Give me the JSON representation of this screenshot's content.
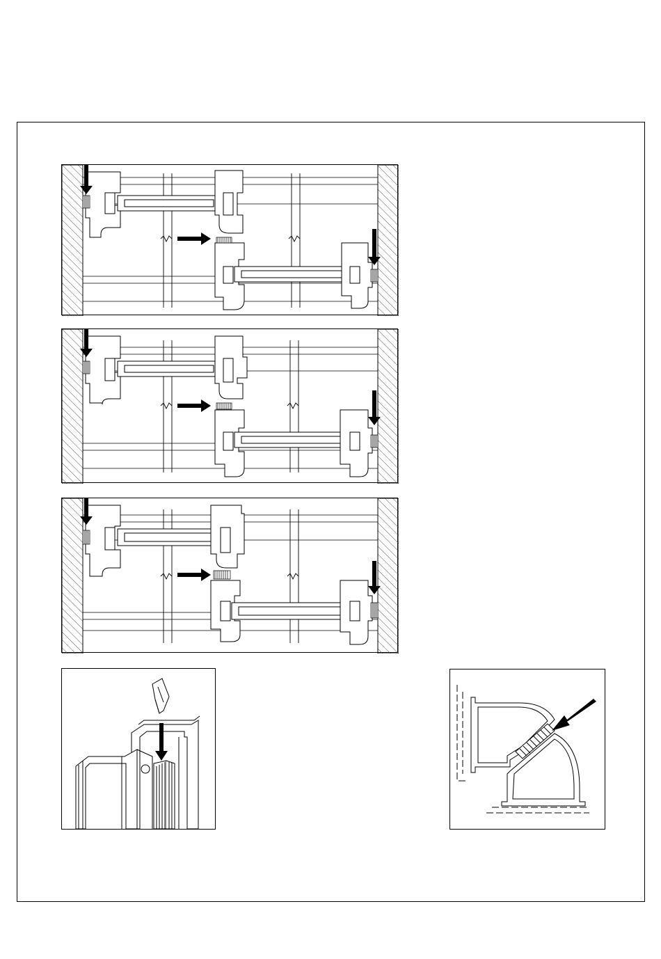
{
  "figure": {
    "colors": {
      "ink": "#000000",
      "hatch": "#555555",
      "paper": "#ffffff"
    },
    "panels": [
      {
        "id": "section-1",
        "arrows": 3,
        "brush_seals": 3
      },
      {
        "id": "section-2",
        "arrows": 3,
        "brush_seals": 3
      },
      {
        "id": "section-3",
        "arrows": 3,
        "brush_seals": 3
      },
      {
        "id": "iso-detail",
        "arrows": 1,
        "brush_seals": 1
      },
      {
        "id": "corner-detail",
        "arrows": 1,
        "brush_seals": 1
      }
    ],
    "icons": [
      "down-arrow-icon",
      "right-arrow-icon",
      "diagonal-arrow-icon",
      "brush-seal-icon",
      "clip-icon"
    ]
  }
}
